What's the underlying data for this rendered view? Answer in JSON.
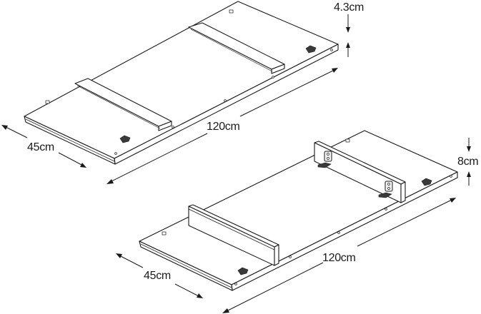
{
  "diagram": {
    "type": "technical-dimension-drawing",
    "colors": {
      "line": "#1a1a1a",
      "background": "#ffffff"
    },
    "shelves": [
      {
        "id": "upper-shelf",
        "description": "Flat shelf board with two cross battens underneath",
        "dimensions": {
          "depth_label": "45cm",
          "length_label": "120cm",
          "thickness_label": "4.3cm"
        }
      },
      {
        "id": "lower-shelf",
        "description": "Shelf board with upright back rails and L-brackets",
        "dimensions": {
          "depth_label": "45cm",
          "length_label": "120cm",
          "height_label": "8cm"
        }
      }
    ]
  }
}
